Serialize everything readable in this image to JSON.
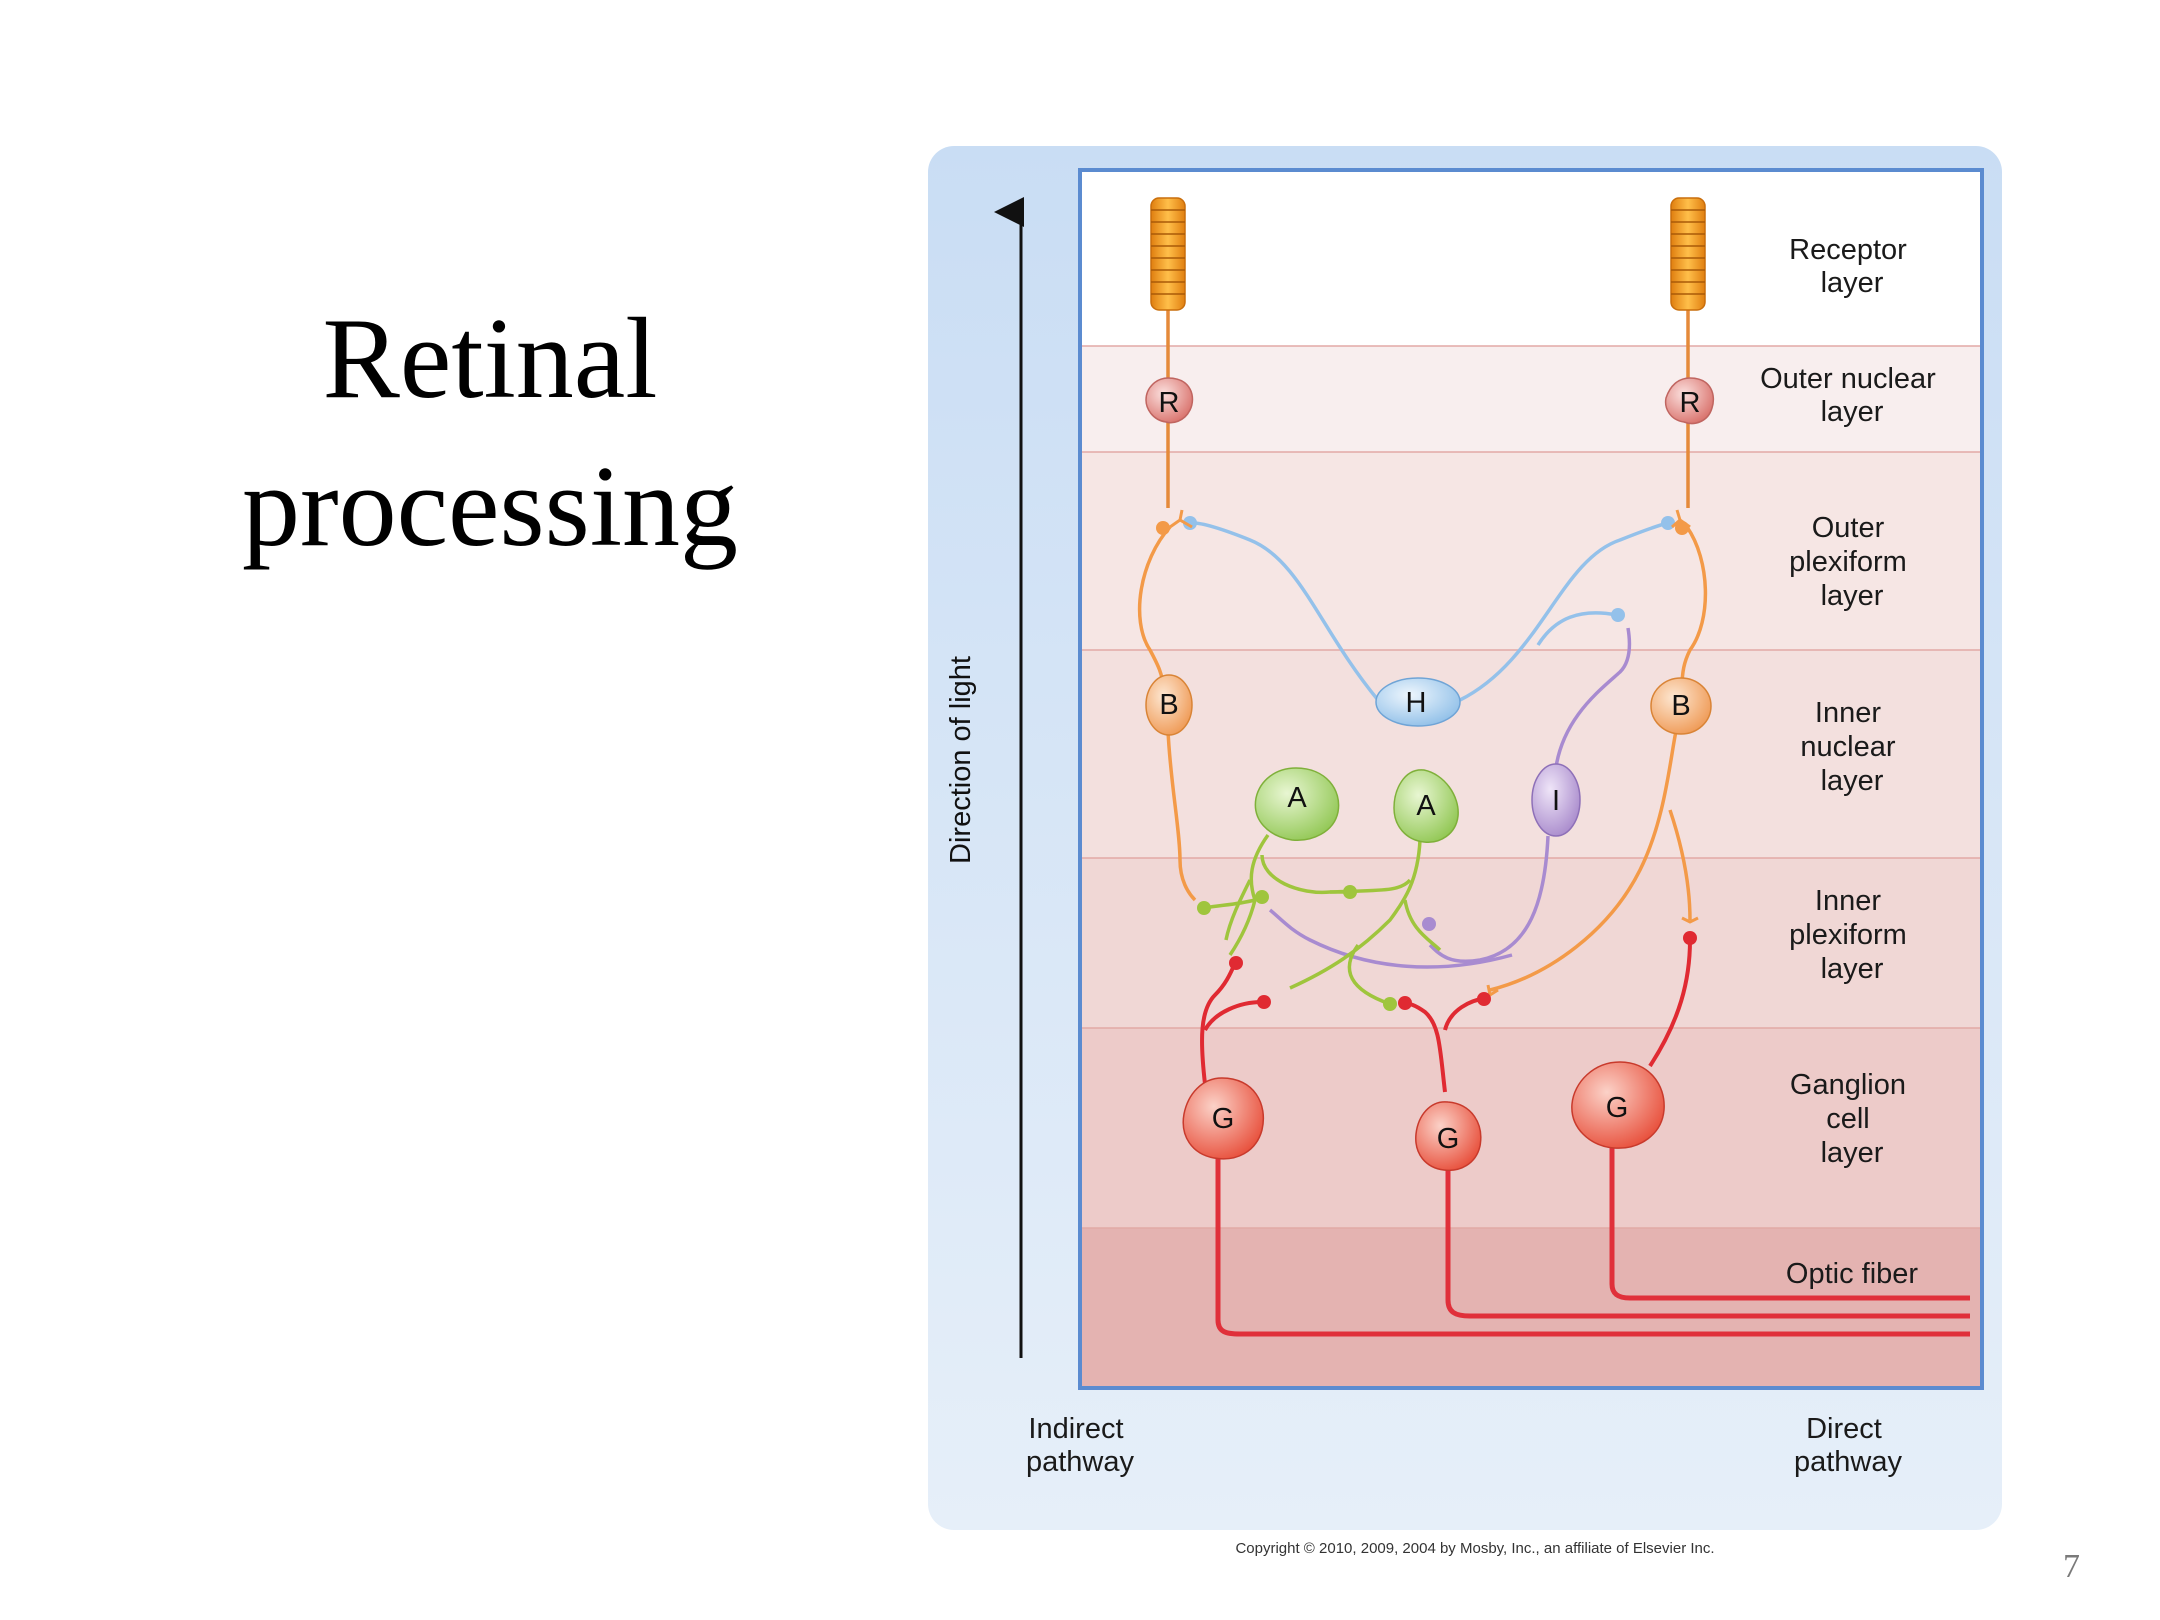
{
  "slide": {
    "title_lines": [
      "Retinal",
      "processing"
    ],
    "slide_number": "7",
    "copyright": "Copyright © 2010, 2009, 2004 by Mosby, Inc., an affiliate of Elsevier Inc."
  },
  "figure": {
    "axis_label": "Direction of light",
    "layers": [
      {
        "lines": [
          "Receptor",
          "layer"
        ],
        "color": "#ffffff"
      },
      {
        "lines": [
          "Outer nuclear",
          "layer"
        ],
        "color": "#f8eeee"
      },
      {
        "lines": [
          "Outer",
          "plexiform",
          "layer"
        ],
        "color": "#f6e6e4"
      },
      {
        "lines": [
          "Inner",
          "nuclear",
          "layer"
        ],
        "color": "#f3e0de"
      },
      {
        "lines": [
          "Inner",
          "plexiform",
          "layer"
        ],
        "color": "#f0d7d5"
      },
      {
        "lines": [
          "Ganglion",
          "cell",
          "layer"
        ],
        "color": "#edcbc9"
      },
      {
        "lines": [
          "Optic fiber"
        ],
        "color": "#e4b3b1"
      }
    ],
    "bottom_labels": {
      "indirect": [
        "Indirect",
        "pathway"
      ],
      "direct": [
        "Direct",
        "pathway"
      ]
    },
    "cell_letters": {
      "receptor": "R",
      "bipolar": "B",
      "horizontal": "H",
      "amacrine": "A",
      "interplexiform": "I",
      "ganglion": "G"
    },
    "colors": {
      "photoreceptor": "#f39b1f",
      "receptor_cell": "#e8908c",
      "bipolar": "#f6a868",
      "horizontal": "#9ec8ec",
      "amacrine": "#a7d36b",
      "interplexiform": "#b79ad6",
      "ganglion": "#ee4c3a",
      "optic_fiber": "#e0303a",
      "frame": "#5b8bd0"
    }
  }
}
